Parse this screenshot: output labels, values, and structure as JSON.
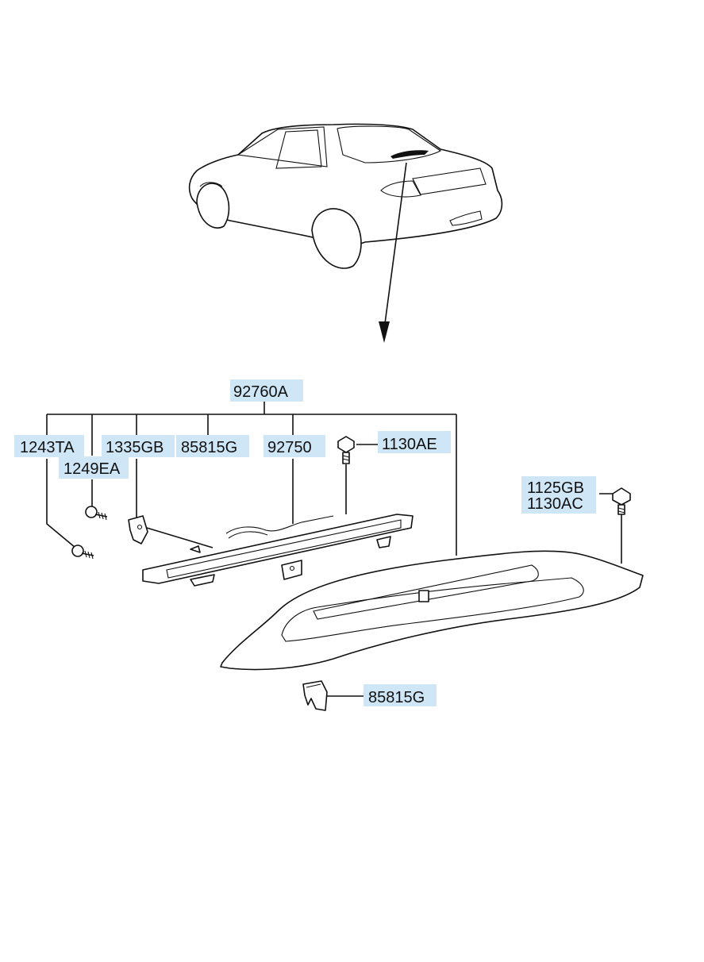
{
  "labels": {
    "assembly": "92760A",
    "screw_a": "1243TA",
    "screw_b": "1249EA",
    "bracket": "1335GB",
    "clip_upper": "85815G",
    "lamp": "92750",
    "bolt_upper": "1130AE",
    "bolt_right_1": "1125GB",
    "bolt_right_2": "1130AC",
    "clip_lower": "85815G"
  },
  "colors": {
    "label_bg": "#cfe6f7",
    "line": "#111111"
  }
}
